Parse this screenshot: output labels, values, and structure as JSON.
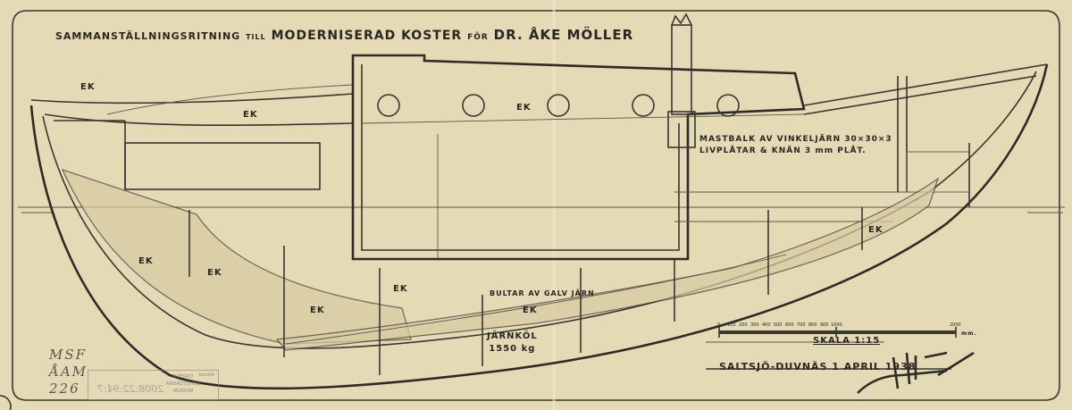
{
  "title": {
    "part1": "SAMMANSTÄLLNINGSRITNING",
    "part2": "TILL",
    "part3": "MODERNISERAD KOSTER",
    "part4": "FÖR",
    "part5": "DR. ÅKE MÖLLER"
  },
  "labels": {
    "ek": "EK",
    "mast_note_line1": "MASTBALK AV VINKELJÄRN 30×30×3",
    "mast_note_line2": "LIVPLÅTAR & KNÄN 3 mm PLÅT.",
    "bolts": "BULTAR AV GALV JÄRN",
    "keel_line1": "JÄRNKÖL",
    "keel_line2": "1550 kg"
  },
  "scale_bar": {
    "ticks": [
      "0",
      "100",
      "200",
      "300",
      "400",
      "500",
      "600",
      "700",
      "800",
      "900",
      "1000",
      "2000"
    ],
    "unit": "mm.",
    "scale_label": "SKALA 1:15"
  },
  "place_date": "SALTSJÖ-DUVNÄS 1 APRIL 1938",
  "signature": "signature",
  "archive": {
    "handwritten_line1": "MSF",
    "handwritten_line2": "ÅAM",
    "handwritten_line3": "226",
    "stamp_label": "Arkivet",
    "stamp_number": "2008:22:94:7",
    "museum_line1": "STATENS",
    "museum_line2": "SJÖHISTORISKA",
    "museum_line3": "MUSEUM"
  }
}
